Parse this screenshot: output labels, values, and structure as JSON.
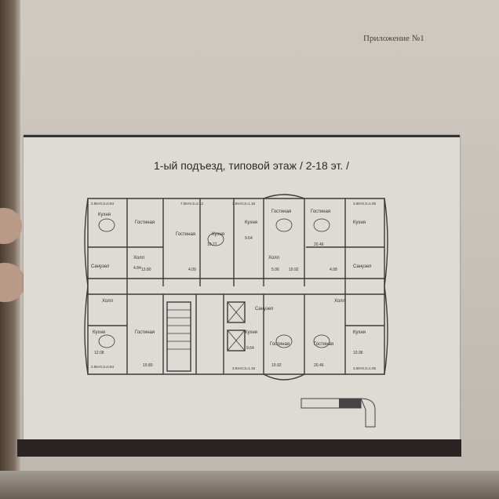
{
  "appendix": "Приложение №1",
  "title": "1-ый подъезд, типовой этаж / 2-18 эт. /",
  "rooms": {
    "living": "Гостиная",
    "kitchen": "Кухня",
    "hall": "Холл",
    "bath": "Санузел"
  },
  "areas": {
    "a1": "13.80",
    "a2": "10.77",
    "a3": "9.64",
    "a4": "20.46",
    "a5": "4.84",
    "a6": "4.09",
    "a7": "5.06",
    "a8": "19.92",
    "a9": "4.08",
    "a10": "19.80",
    "a11": "12.08",
    "a12": "10.96",
    "a13": "9.64",
    "a14": "19.92",
    "a15": "20.46"
  },
  "dims": {
    "d1": "2.56×0.3=0.84",
    "d2": "7.06×0.3=2.12",
    "d3": "3.94×0.3=1.18",
    "d4": "3.56×0.3=1.06",
    "d5": "2.56×0.3=0.84",
    "d6": "3.94×0.3=1.18",
    "d7": "3.56×0.3=1.06"
  }
}
